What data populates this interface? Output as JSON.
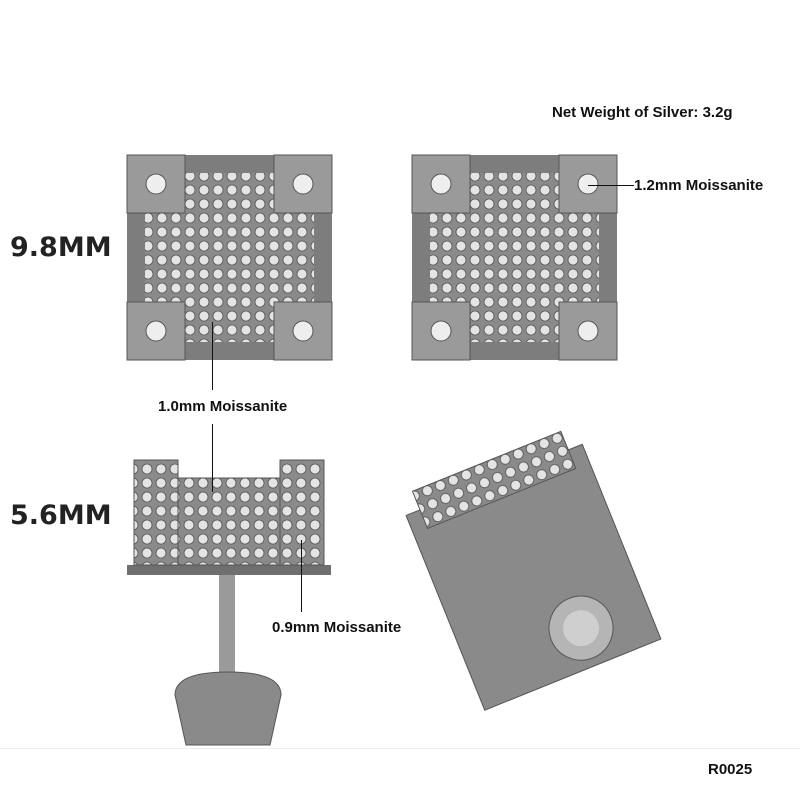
{
  "net_weight": "Net Weight of Silver: 3.2g",
  "dimensions": {
    "width": "9.8MM",
    "height": "5.6MM"
  },
  "stone_labels": {
    "corner": "1.2mm Moissanite",
    "center": "1.0mm Moissanite",
    "side": "0.9mm Moissanite"
  },
  "sku": "R0025",
  "colors": {
    "metal": "#8e8e8e",
    "metal_dark": "#5e5e5e",
    "stone": "#e8e8ea"
  }
}
